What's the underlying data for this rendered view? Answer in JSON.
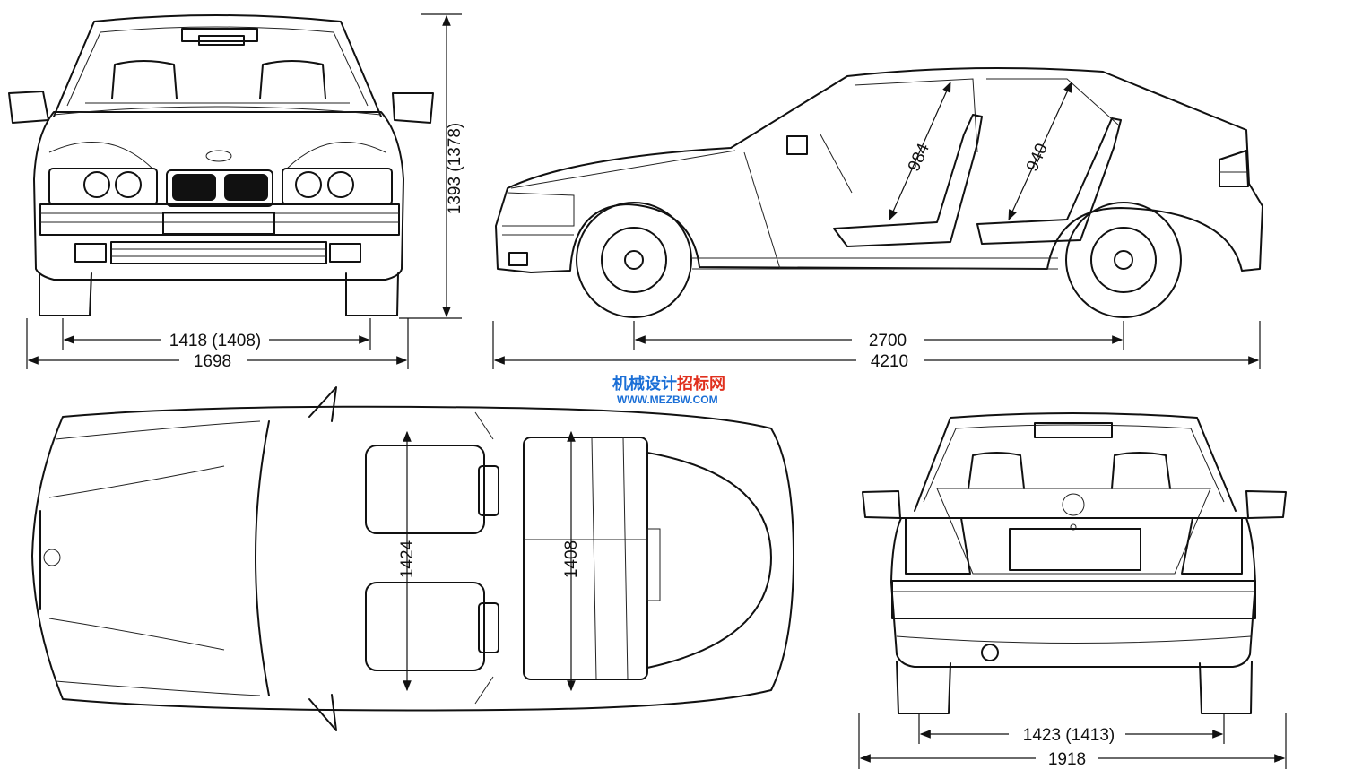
{
  "dimensions": {
    "front_height": "1393 (1378)",
    "front_track": "1418 (1408)",
    "front_width": "1698",
    "wheelbase": "2700",
    "length": "4210",
    "front_headroom": "984",
    "rear_headroom": "940",
    "front_shoulder": "1424",
    "rear_shoulder": "1408",
    "rear_track": "1423 (1413)",
    "width_with_mirrors": "1918"
  },
  "watermark": {
    "cn_blue": "机械设计",
    "cn_red": "招标网",
    "url": "WWW.MEZBW.COM",
    "blue": "#1b6fd6",
    "red": "#e0301e"
  },
  "colors": {
    "line": "#111111",
    "background": "#ffffff"
  }
}
